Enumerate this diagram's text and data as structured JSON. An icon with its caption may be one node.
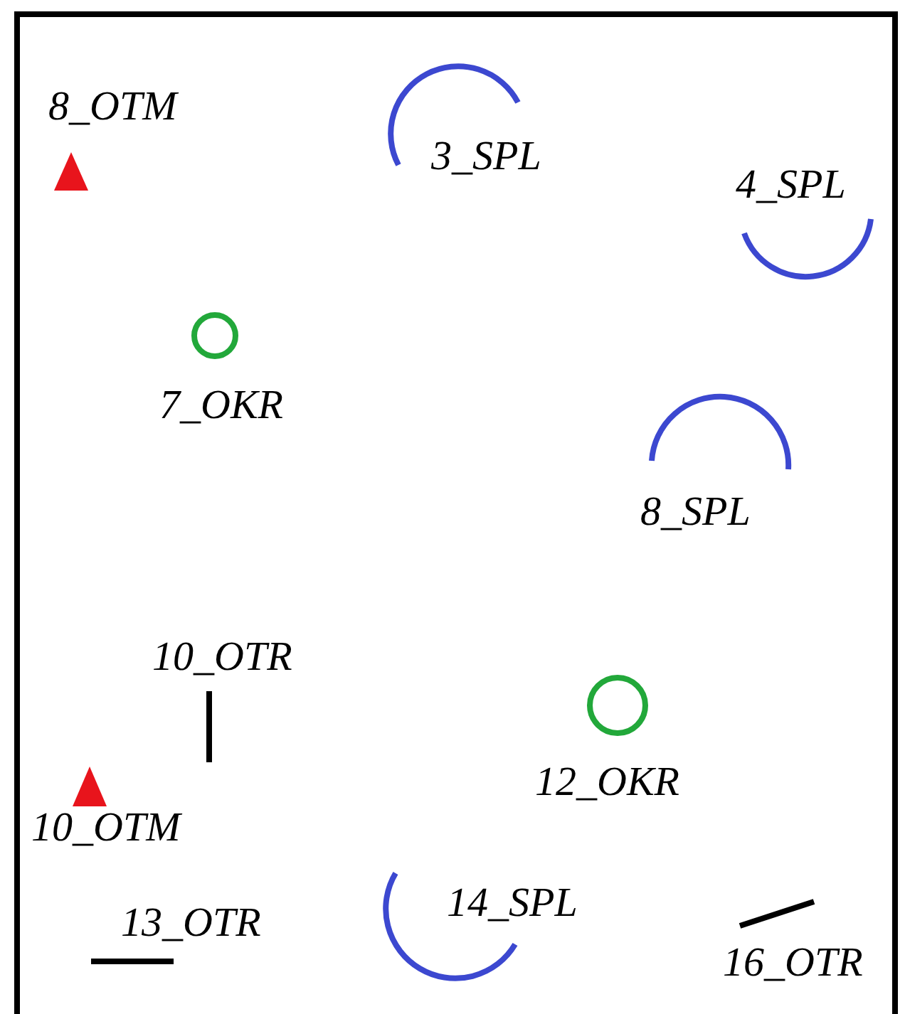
{
  "diagram": {
    "nodes": [
      {
        "text": [
          "8_OTM"
        ]
      },
      {
        "text": [
          "3_SPL"
        ]
      },
      {
        "text": [
          "4_SPL"
        ]
      },
      {
        "text": [
          "7_OKR"
        ]
      },
      {
        "text": [
          "8_SPL"
        ]
      },
      {
        "text": [
          "10_OTR"
        ]
      },
      {
        "text": [
          "12_OKR"
        ]
      },
      {
        "text": [
          "10_OTM"
        ]
      },
      {
        "text": [
          "14_SPL"
        ]
      },
      {
        "text": [
          "13_OTR"
        ]
      },
      {
        "text": [
          "16_OTR"
        ]
      }
    ]
  }
}
